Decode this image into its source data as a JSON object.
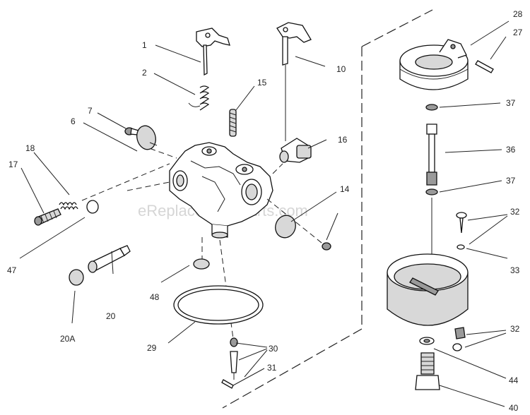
{
  "watermark": "eReplacementParts.com",
  "callouts": [
    {
      "id": "c1",
      "label": "1"
    },
    {
      "id": "c2",
      "label": "2"
    },
    {
      "id": "c7",
      "label": "7"
    },
    {
      "id": "c6",
      "label": "6"
    },
    {
      "id": "c18",
      "label": "18"
    },
    {
      "id": "c17",
      "label": "17"
    },
    {
      "id": "c47",
      "label": "47"
    },
    {
      "id": "c20",
      "label": "20"
    },
    {
      "id": "c20a",
      "label": "20A"
    },
    {
      "id": "c48",
      "label": "48"
    },
    {
      "id": "c29",
      "label": "29"
    },
    {
      "id": "c10",
      "label": "10"
    },
    {
      "id": "c15",
      "label": "15"
    },
    {
      "id": "c16",
      "label": "16"
    },
    {
      "id": "c14",
      "label": "14"
    },
    {
      "id": "c30",
      "label": "30"
    },
    {
      "id": "c31",
      "label": "31"
    },
    {
      "id": "c28",
      "label": "28"
    },
    {
      "id": "c27",
      "label": "27"
    },
    {
      "id": "c37a",
      "label": "37"
    },
    {
      "id": "c36",
      "label": "36"
    },
    {
      "id": "c37b",
      "label": "37"
    },
    {
      "id": "c32a",
      "label": "32"
    },
    {
      "id": "c33",
      "label": "33"
    },
    {
      "id": "c32b",
      "label": "32"
    },
    {
      "id": "c44",
      "label": "44"
    },
    {
      "id": "c40",
      "label": "40"
    }
  ]
}
